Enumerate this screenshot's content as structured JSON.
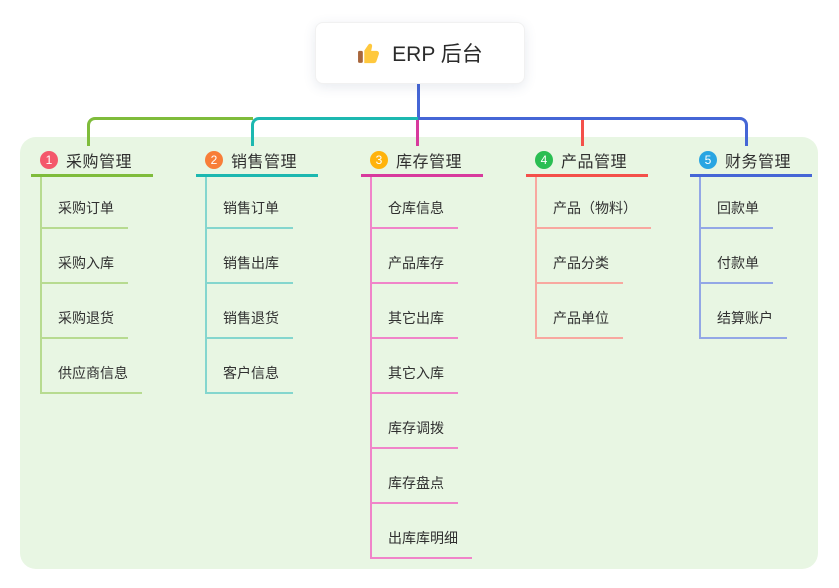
{
  "root": {
    "icon": "thumbs-up-icon",
    "label": "ERP 后台"
  },
  "branches": [
    {
      "num": "1",
      "title": "采购管理",
      "items": [
        "采购订单",
        "采购入库",
        "采购退货",
        "供应商信息"
      ],
      "badge_color": "#F4586B",
      "line_color": "#7FBC3B",
      "subline_color": "#B7DB90"
    },
    {
      "num": "2",
      "title": "销售管理",
      "items": [
        "销售订单",
        "销售出库",
        "销售退货",
        "客户信息"
      ],
      "badge_color": "#F87E38",
      "line_color": "#1CB8B0",
      "subline_color": "#84D6CE"
    },
    {
      "num": "3",
      "title": "库存管理",
      "items": [
        "仓库信息",
        "产品库存",
        "其它出库",
        "其它入库",
        "库存调拨",
        "库存盘点",
        "出库库明细"
      ],
      "badge_color": "#FFB30C",
      "line_color": "#D83A9D",
      "subline_color": "#F084C9"
    },
    {
      "num": "4",
      "title": "产品管理",
      "items": [
        "产品（物料）",
        "产品分类",
        "产品单位"
      ],
      "badge_color": "#2ABE52",
      "line_color": "#F4504A",
      "subline_color": "#F8A8A0"
    },
    {
      "num": "5",
      "title": "财务管理",
      "items": [
        "回款单",
        "付款单",
        "结算账户"
      ],
      "badge_color": "#29A5E2",
      "line_color": "#4566D6",
      "subline_color": "#93A7E6"
    }
  ],
  "colors": {
    "panel_bg": "#E8F6E3",
    "root_stem": "#4566D6",
    "text": "#303030"
  }
}
